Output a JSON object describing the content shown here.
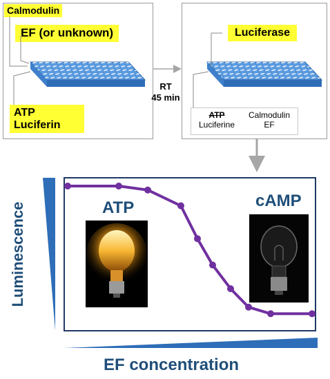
{
  "top_left_panel": {
    "calmodulin": "Calmodulin",
    "ef_unknown": "EF (or unknown)",
    "atp": "ATP",
    "luciferin": "Luciferin"
  },
  "transition": {
    "rt": "RT",
    "time": "45 min"
  },
  "top_right_panel": {
    "luciferase": "Luciferase",
    "atp_struck": "ATP",
    "luciferine": "Luciferine",
    "calmodulin": "Calmodulin",
    "ef": "EF"
  },
  "chart_data": {
    "type": "line",
    "ylabel": "Luminescence",
    "xlabel": "EF concentration",
    "color": "#7030a0",
    "series": [
      {
        "values": [
          1.0,
          1.0,
          0.97,
          0.85,
          0.6,
          0.4,
          0.22,
          0.08,
          0.03,
          0.03
        ]
      }
    ],
    "annotations": [
      "ATP",
      "cAMP"
    ]
  },
  "colors": {
    "highlight": "#ffff33",
    "plate": "#4a8fd8",
    "axis_text": "#1f4e79",
    "curve": "#7030a0",
    "frame": "#1f3864",
    "arrow": "#a6a6a6"
  }
}
